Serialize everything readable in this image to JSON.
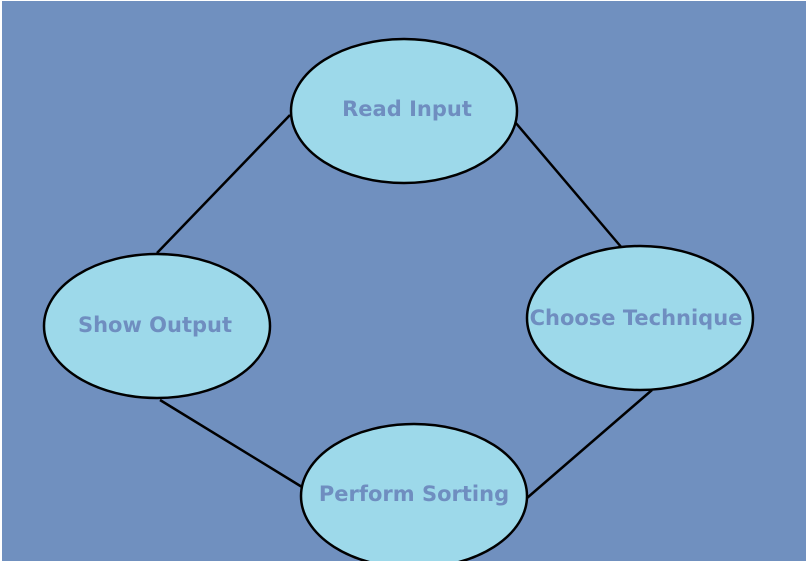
{
  "colors": {
    "background": "#7090bf",
    "node_fill": "#9dd9ea",
    "node_stroke": "#000000",
    "node_text": "#6f8ec0",
    "edge": "#000000"
  },
  "nodes": {
    "read_input": {
      "label": "Read Input"
    },
    "choose_technique": {
      "label": "Choose Technique"
    },
    "perform_sorting": {
      "label": "Perform Sorting"
    },
    "show_output": {
      "label": "Show Output"
    }
  }
}
